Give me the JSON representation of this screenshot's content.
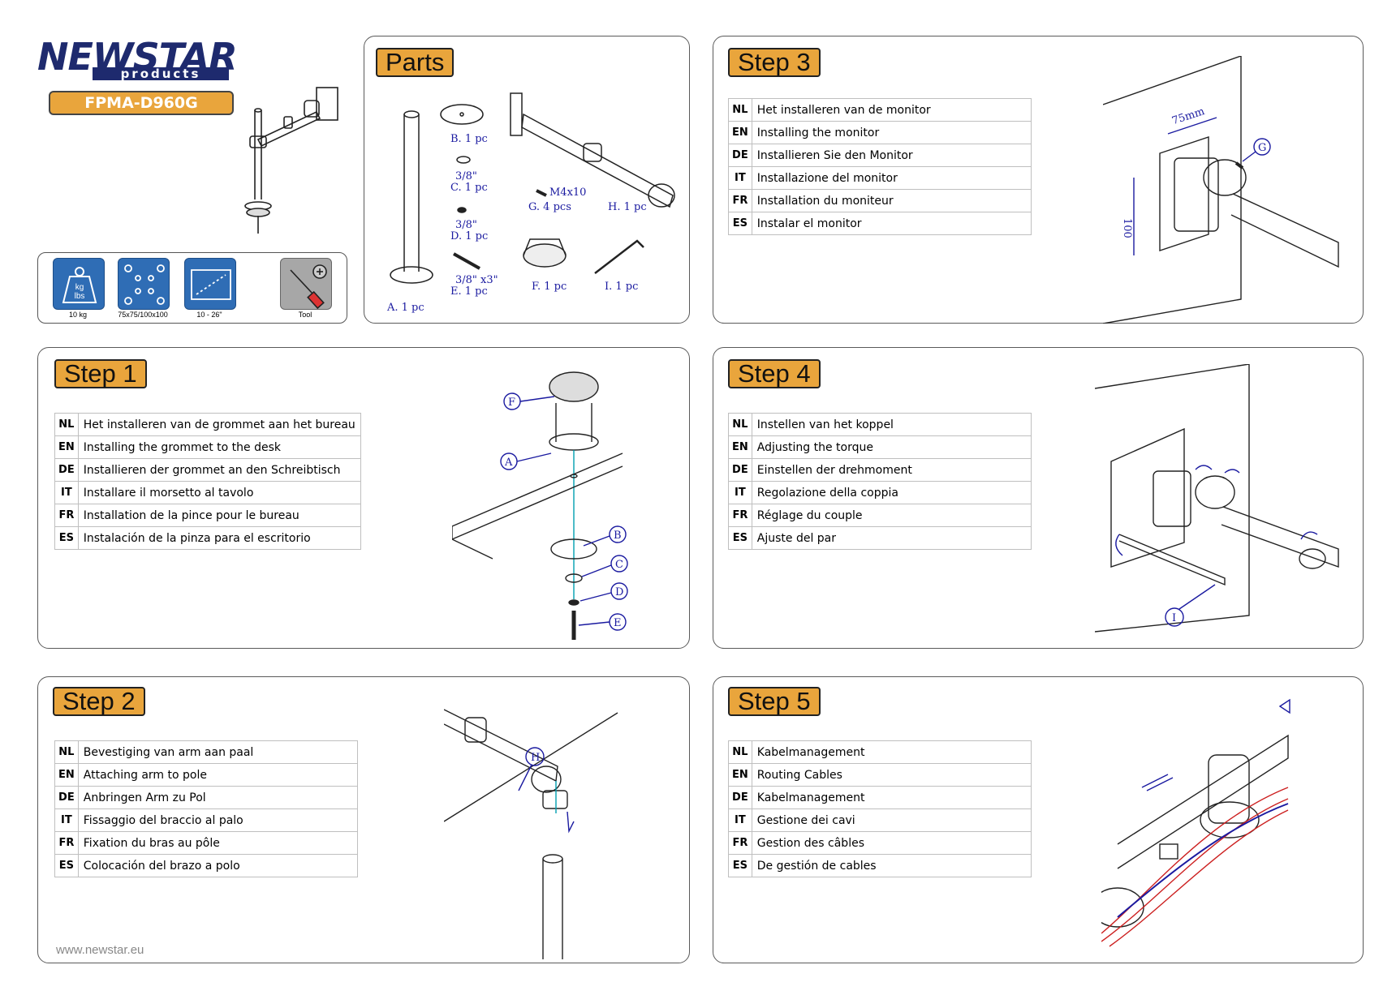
{
  "brand": {
    "logo_main": "NEWSTAR",
    "logo_sub": "products",
    "model": "FPMA-D960G",
    "website": "www.newstar.eu"
  },
  "specs": [
    {
      "icon": "weight-icon",
      "icon_text_1": "kg",
      "icon_text_2": "lbs",
      "label": "10 kg"
    },
    {
      "icon": "vesa-pattern-icon",
      "label": "75x75/100x100"
    },
    {
      "icon": "screen-size-icon",
      "label": "10 - 26\""
    },
    {
      "icon": "screwdriver-icon",
      "label": "Tool"
    }
  ],
  "parts": {
    "title": "Parts",
    "items": [
      {
        "id": "A",
        "label": "A. 1 pc"
      },
      {
        "id": "B",
        "label": "B. 1 pc"
      },
      {
        "id": "C",
        "size": "3/8\"",
        "label": "C. 1 pc"
      },
      {
        "id": "D",
        "size": "3/8\"",
        "label": "D. 1 pc"
      },
      {
        "id": "E",
        "size": "3/8\" x3\"",
        "label": "E. 1 pc"
      },
      {
        "id": "F",
        "label": "F. 1 pc"
      },
      {
        "id": "G",
        "size": "M4x10",
        "label": "G. 4 pcs"
      },
      {
        "id": "H",
        "label": "H. 1 pc"
      },
      {
        "id": "I",
        "label": "I. 1 pc"
      }
    ]
  },
  "steps": {
    "step1": {
      "title": "Step 1",
      "rows": [
        {
          "code": "NL",
          "text": "Het installeren van de grommet aan het bureau"
        },
        {
          "code": "EN",
          "text": "Installing the grommet to the desk"
        },
        {
          "code": "DE",
          "text": "Installieren der grommet an den Schreibtisch"
        },
        {
          "code": "IT",
          "text": "Installare il morsetto al tavolo"
        },
        {
          "code": "FR",
          "text": "Installation de la pince pour le bureau"
        },
        {
          "code": "ES",
          "text": "Instalación de la pinza para el escritorio"
        }
      ],
      "callouts": [
        "F",
        "A",
        "B",
        "C",
        "D",
        "E"
      ]
    },
    "step2": {
      "title": "Step 2",
      "rows": [
        {
          "code": "NL",
          "text": "Bevestiging van arm aan paal"
        },
        {
          "code": "EN",
          "text": "Attaching arm to pole"
        },
        {
          "code": "DE",
          "text": "Anbringen Arm zu Pol"
        },
        {
          "code": "IT",
          "text": "Fissaggio del braccio al palo"
        },
        {
          "code": "FR",
          "text": "Fixation du bras au pôle"
        },
        {
          "code": "ES",
          "text": "Colocación del brazo a polo"
        }
      ],
      "callouts": [
        "H"
      ]
    },
    "step3": {
      "title": "Step 3",
      "rows": [
        {
          "code": "NL",
          "text": "Het installeren van de monitor"
        },
        {
          "code": "EN",
          "text": "Installing the monitor"
        },
        {
          "code": "DE",
          "text": "Installieren Sie den Monitor"
        },
        {
          "code": "IT",
          "text": "Installazione del monitor"
        },
        {
          "code": "FR",
          "text": "Installation du moniteur"
        },
        {
          "code": "ES",
          "text": "Instalar el monitor"
        }
      ],
      "callouts": [
        "G"
      ],
      "dimensions": [
        "75mm",
        "100"
      ]
    },
    "step4": {
      "title": "Step 4",
      "rows": [
        {
          "code": "NL",
          "text": "Instellen van het koppel"
        },
        {
          "code": "EN",
          "text": "Adjusting the torque"
        },
        {
          "code": "DE",
          "text": "Einstellen der drehmoment"
        },
        {
          "code": "IT",
          "text": "Regolazione della coppia"
        },
        {
          "code": "FR",
          "text": "Réglage du couple"
        },
        {
          "code": "ES",
          "text": "Ajuste del par"
        }
      ],
      "callouts": [
        "I"
      ]
    },
    "step5": {
      "title": "Step 5",
      "rows": [
        {
          "code": "NL",
          "text": "Kabelmanagement"
        },
        {
          "code": "EN",
          "text": "Routing Cables"
        },
        {
          "code": "DE",
          "text": "Kabelmanagement"
        },
        {
          "code": "IT",
          "text": "Gestione dei cavi"
        },
        {
          "code": "FR",
          "text": "Gestion des câbles"
        },
        {
          "code": "ES",
          "text": "De gestión de cables"
        }
      ]
    }
  },
  "colors": {
    "accent_orange": "#e9a53c",
    "spec_blue": "#2f6db5",
    "logo_navy": "#1e2a6e",
    "callout_blue": "#1a1aa0",
    "cable_red": "#cc1f1f"
  }
}
